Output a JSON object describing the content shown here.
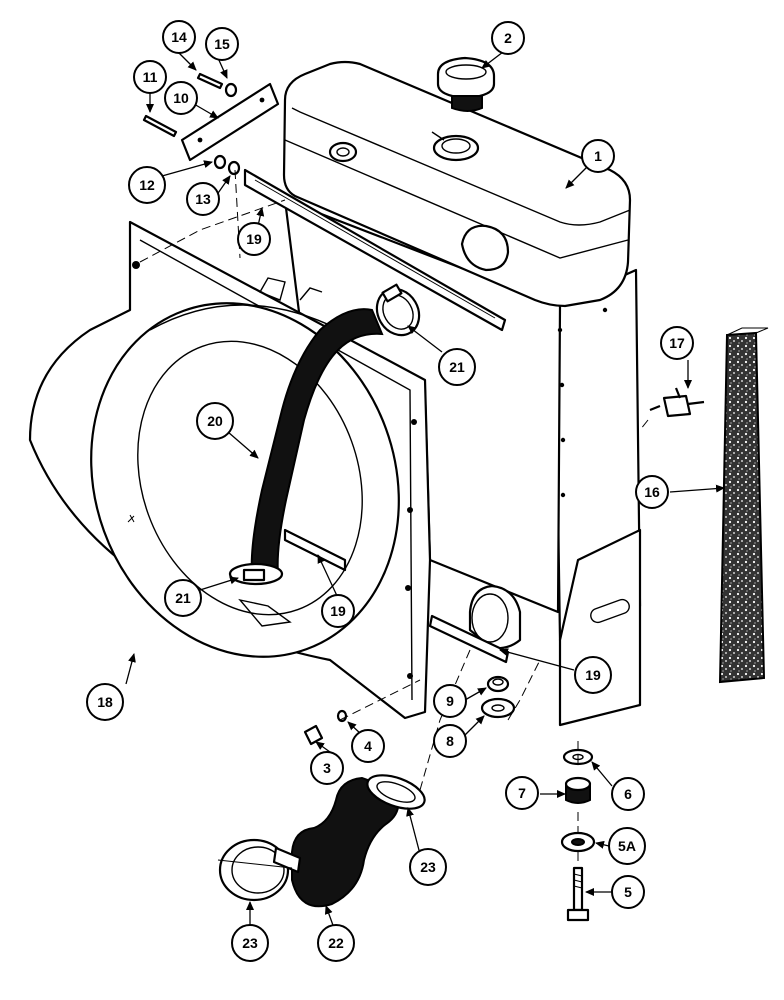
{
  "callouts": {
    "c1": "1",
    "c2": "2",
    "c3": "3",
    "c4": "4",
    "c5": "5",
    "c5a": "5A",
    "c6": "6",
    "c7": "7",
    "c8": "8",
    "c9": "9",
    "c10": "10",
    "c11": "11",
    "c12": "12",
    "c13": "13",
    "c14": "14",
    "c15": "15",
    "c16": "16",
    "c17": "17",
    "c18": "18",
    "c19a": "19",
    "c19b": "19",
    "c19c": "19",
    "c20": "20",
    "c21a": "21",
    "c21b": "21",
    "c22": "22",
    "c23a": "23",
    "c23b": "23"
  },
  "colors": {
    "line": "#000000",
    "background": "#ffffff",
    "hose": "#111111"
  }
}
